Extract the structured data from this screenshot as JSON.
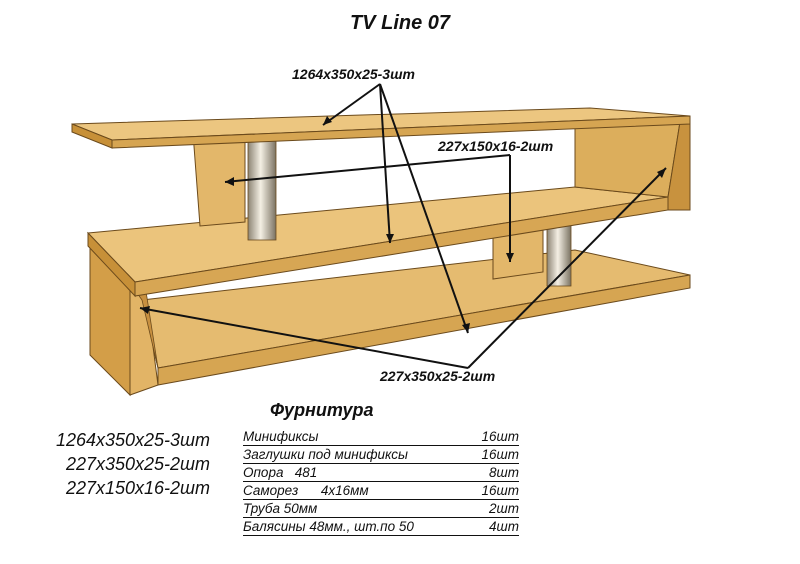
{
  "title": "TV Line 07",
  "callouts": {
    "top": "1264x350x25-3шт",
    "middle": "227x150x16-2шт",
    "bottom": "227x350x25-2шт"
  },
  "summary": [
    "1264x350x25-3шт",
    "227x350x25-2шт",
    "227x150x16-2шт"
  ],
  "hardware": {
    "title": "Фурнитура",
    "rows": [
      {
        "name": "Минификсы",
        "qty": "16шт"
      },
      {
        "name": "Заглушки под минификсы",
        "qty": "16шт"
      },
      {
        "name": "Опора   481",
        "qty": "8шт"
      },
      {
        "name": "Саморез      4x16мм",
        "qty": "16шт"
      },
      {
        "name": "Труба 50мм",
        "qty": "2шт"
      },
      {
        "name": "Балясины 48мм., шт.по 50",
        "qty": "4шт"
      }
    ]
  },
  "colors": {
    "wood_top": "#e8c27a",
    "wood_front": "#dcae5c",
    "wood_side": "#c99440",
    "wood_inner": "#d9ac60",
    "pipe": "#cfc7b5",
    "line": "#111111"
  }
}
